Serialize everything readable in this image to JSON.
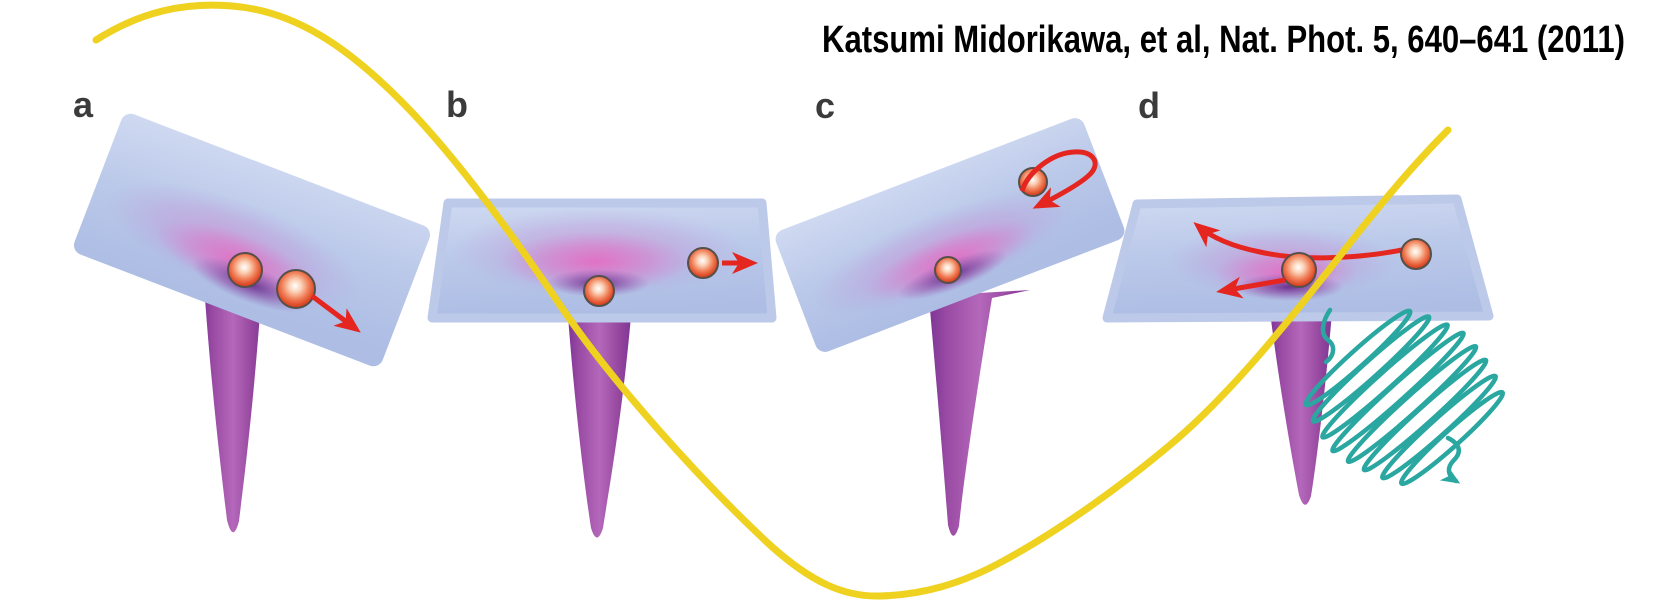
{
  "figure": {
    "citation": "Katsumi Midorikawa, et al, Nat. Phot. 5, 640–641 (2011)",
    "panels": [
      {
        "label": "a"
      },
      {
        "label": "b"
      },
      {
        "label": "c"
      },
      {
        "label": "d"
      }
    ],
    "colors": {
      "laser_wave": "#efd11f",
      "plane_blue": "#bdcbe9",
      "funnel_purple": "#9a4ba4",
      "glow_pink": "#e06ec3",
      "dip_purple": "#5f2b8a",
      "electron_orange": "#e8502f",
      "arrow_red": "#e52520",
      "emission_teal": "#29a7a0",
      "label_gray": "#3b3b3b"
    }
  }
}
